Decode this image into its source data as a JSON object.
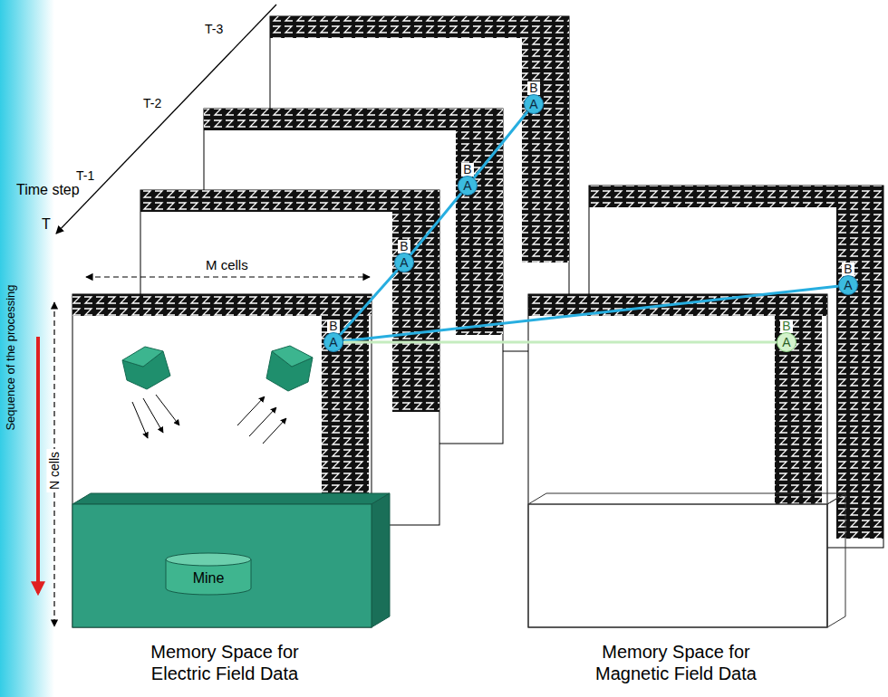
{
  "diagram": {
    "nodes": [
      {
        "text": [
          "B",
          "A"
        ]
      },
      {
        "text": [
          "B",
          "A"
        ]
      },
      {
        "text": [
          "B",
          "A"
        ]
      },
      {
        "text": [
          "B",
          "A"
        ]
      },
      {
        "text": [
          "B",
          "A"
        ]
      },
      {
        "text": [
          "B",
          "A"
        ]
      },
      {
        "text": [
          "Mine"
        ]
      }
    ],
    "edges": [
      {
        "from": 0,
        "to": 1,
        "arrow": "none"
      },
      {
        "from": 1,
        "to": 2,
        "arrow": "none"
      },
      {
        "from": 2,
        "to": 3,
        "arrow": "none"
      },
      {
        "from": 0,
        "to": 4,
        "arrow": "none"
      },
      {
        "from": 0,
        "to": 5,
        "arrow": "none"
      }
    ],
    "labels": [
      "T-3",
      "T-2",
      "T-1",
      "Time step",
      "T",
      "M cells",
      "N cells",
      "Sequence of the processing",
      "Memory Space for Electric Field Data",
      "Memory Space for Magnetic Field Data"
    ]
  }
}
